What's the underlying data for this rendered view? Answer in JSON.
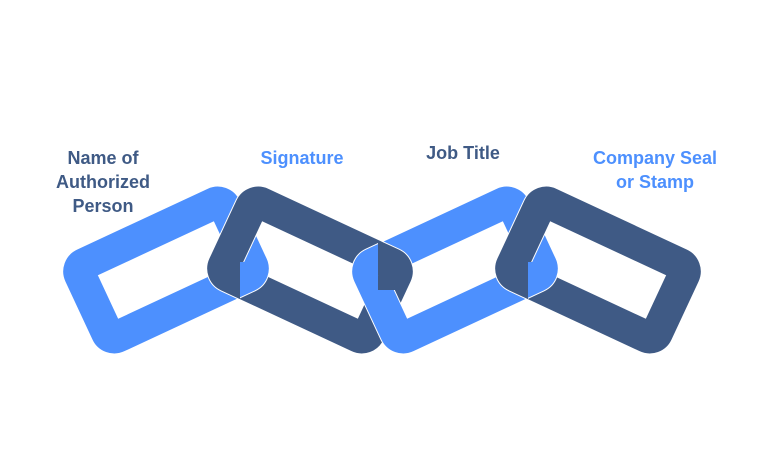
{
  "colors": {
    "light": "#4d90fe",
    "dark": "#3f5a85"
  },
  "labels": [
    {
      "text": "Name of\nAuthorized\nPerson",
      "color": "dark"
    },
    {
      "text": "Signature",
      "color": "light"
    },
    {
      "text": "Job Title",
      "color": "dark"
    },
    {
      "text": "Company Seal\nor Stamp",
      "color": "light"
    }
  ]
}
